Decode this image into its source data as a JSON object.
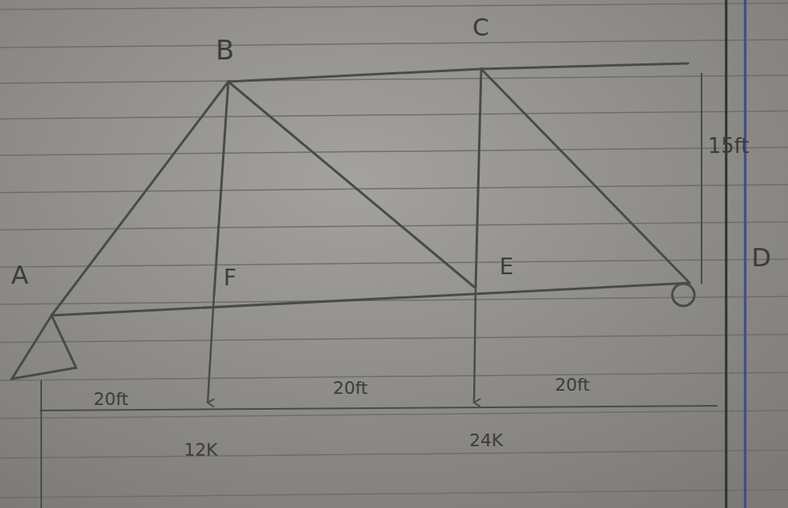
{
  "diagram": {
    "labels": [
      "B",
      "C",
      "15ft",
      "A",
      "F",
      "E",
      "D",
      "20ft",
      "20ft",
      "20ft",
      "12K",
      "24K"
    ]
  }
}
